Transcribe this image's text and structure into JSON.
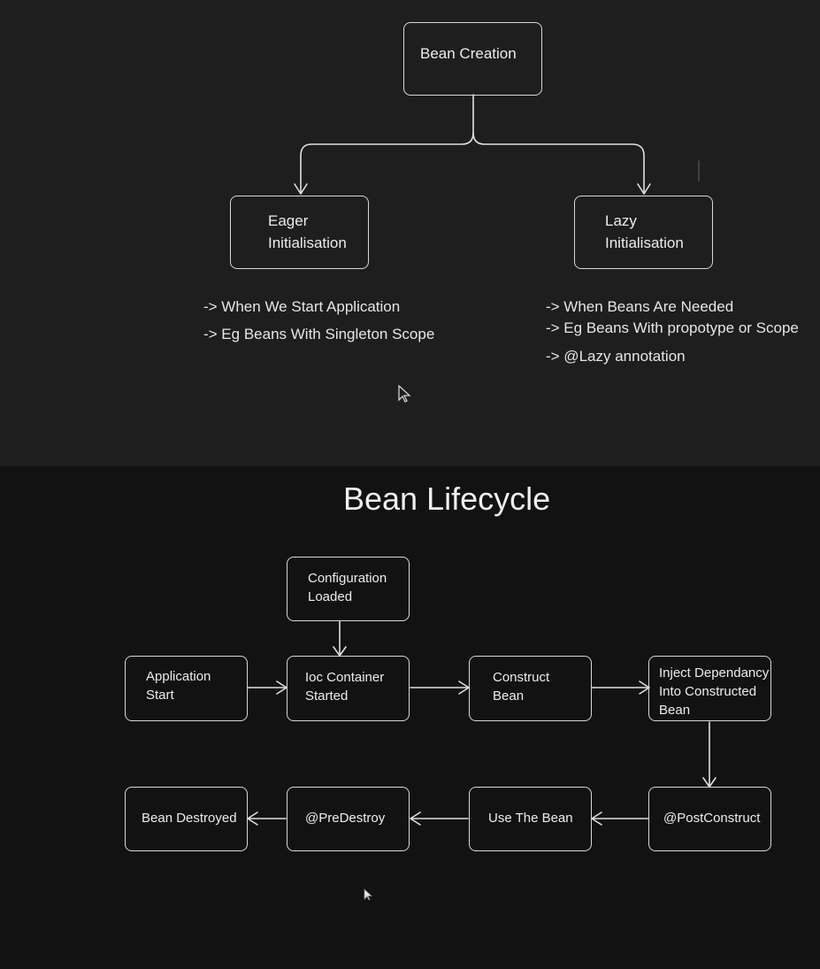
{
  "bean_creation": {
    "root": "Bean Creation",
    "eager": {
      "label": "Eager\nInitialisation",
      "notes": [
        "-> When We Start Application",
        "-> Eg Beans With Singleton Scope"
      ]
    },
    "lazy": {
      "label": "Lazy\nInitialisation",
      "notes": [
        "-> When Beans Are Needed",
        "-> Eg Beans With propotype or Scope",
        "-> @Lazy annotation"
      ]
    }
  },
  "bean_lifecycle": {
    "title": "Bean Lifecycle",
    "nodes": {
      "config_loaded": "Configuration\nLoaded",
      "app_start": "Application\nStart",
      "ioc_started": "Ioc Container\nStarted",
      "construct_bean": "Construct\nBean",
      "inject_dependency": "Inject Dependancy\nInto Constructed\nBean",
      "post_construct": "@PostConstruct",
      "use_bean": "Use The Bean",
      "pre_destroy": "@PreDestroy",
      "bean_destroyed": "Bean Destroyed"
    }
  },
  "colors": {
    "top_background": "#1e1e1e",
    "bottom_background": "#121212",
    "stroke": "#e0e0e0",
    "text": "#ececec"
  },
  "icons": [
    "mouse-cursor-icon",
    "arrowhead-icon"
  ]
}
